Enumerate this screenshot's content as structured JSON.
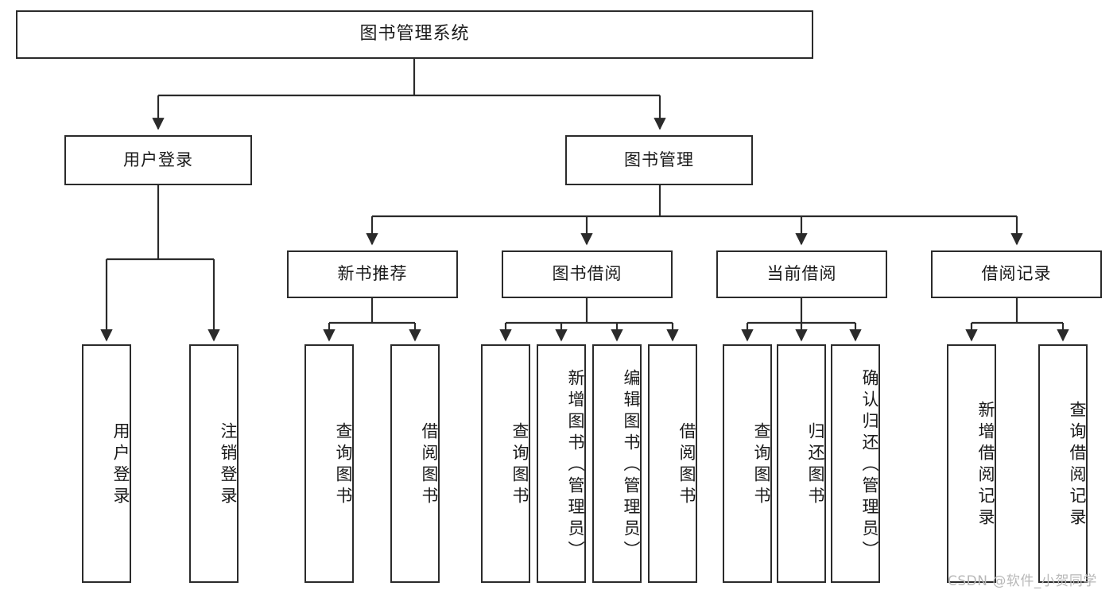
{
  "diagram": {
    "title": "图书管理系统",
    "type": "hierarchy-tree",
    "watermark": "CSDN @软件_小贺同学",
    "colors": {
      "box_border": "#2b2b2b",
      "box_fill": "#ffffff",
      "edge": "#2b2b2b",
      "text": "#1a1a1a",
      "watermark": "#b8b8b8",
      "background": "#ffffff"
    },
    "levels": {
      "level1": [
        {
          "id": "root",
          "label": "图书管理系统"
        }
      ],
      "level2": [
        {
          "id": "user-login",
          "label": "用户登录"
        },
        {
          "id": "book-manage",
          "label": "图书管理"
        }
      ],
      "level3": [
        {
          "id": "new-book-recommend",
          "label": "新书推荐",
          "parent": "book-manage"
        },
        {
          "id": "book-borrow",
          "label": "图书借阅",
          "parent": "book-manage"
        },
        {
          "id": "current-borrow",
          "label": "当前借阅",
          "parent": "book-manage"
        },
        {
          "id": "borrow-record",
          "label": "借阅记录",
          "parent": "book-manage"
        }
      ],
      "level4": [
        {
          "id": "leaf-user-login",
          "label": "用户登录",
          "parent": "user-login"
        },
        {
          "id": "leaf-user-logout",
          "label": "注销登录",
          "parent": "user-login"
        },
        {
          "id": "leaf-query-book-1",
          "label": "查询图书",
          "parent": "new-book-recommend"
        },
        {
          "id": "leaf-borrow-book-1",
          "label": "借阅图书",
          "parent": "new-book-recommend"
        },
        {
          "id": "leaf-query-book-2",
          "label": "查询图书",
          "parent": "book-borrow"
        },
        {
          "id": "leaf-add-book",
          "label": "新增图书（管理员）",
          "parent": "book-borrow"
        },
        {
          "id": "leaf-edit-book",
          "label": "编辑图书（管理员）",
          "parent": "book-borrow"
        },
        {
          "id": "leaf-borrow-book-2",
          "label": "借阅图书",
          "parent": "book-borrow"
        },
        {
          "id": "leaf-query-book-3",
          "label": "查询图书",
          "parent": "current-borrow"
        },
        {
          "id": "leaf-return-book",
          "label": "归还图书",
          "parent": "current-borrow"
        },
        {
          "id": "leaf-confirm-return",
          "label": "确认归还（管理员）",
          "parent": "current-borrow"
        },
        {
          "id": "leaf-add-record",
          "label": "新增借阅记录",
          "parent": "borrow-record"
        },
        {
          "id": "leaf-query-record",
          "label": "查询借阅记录",
          "parent": "borrow-record"
        }
      ]
    }
  }
}
